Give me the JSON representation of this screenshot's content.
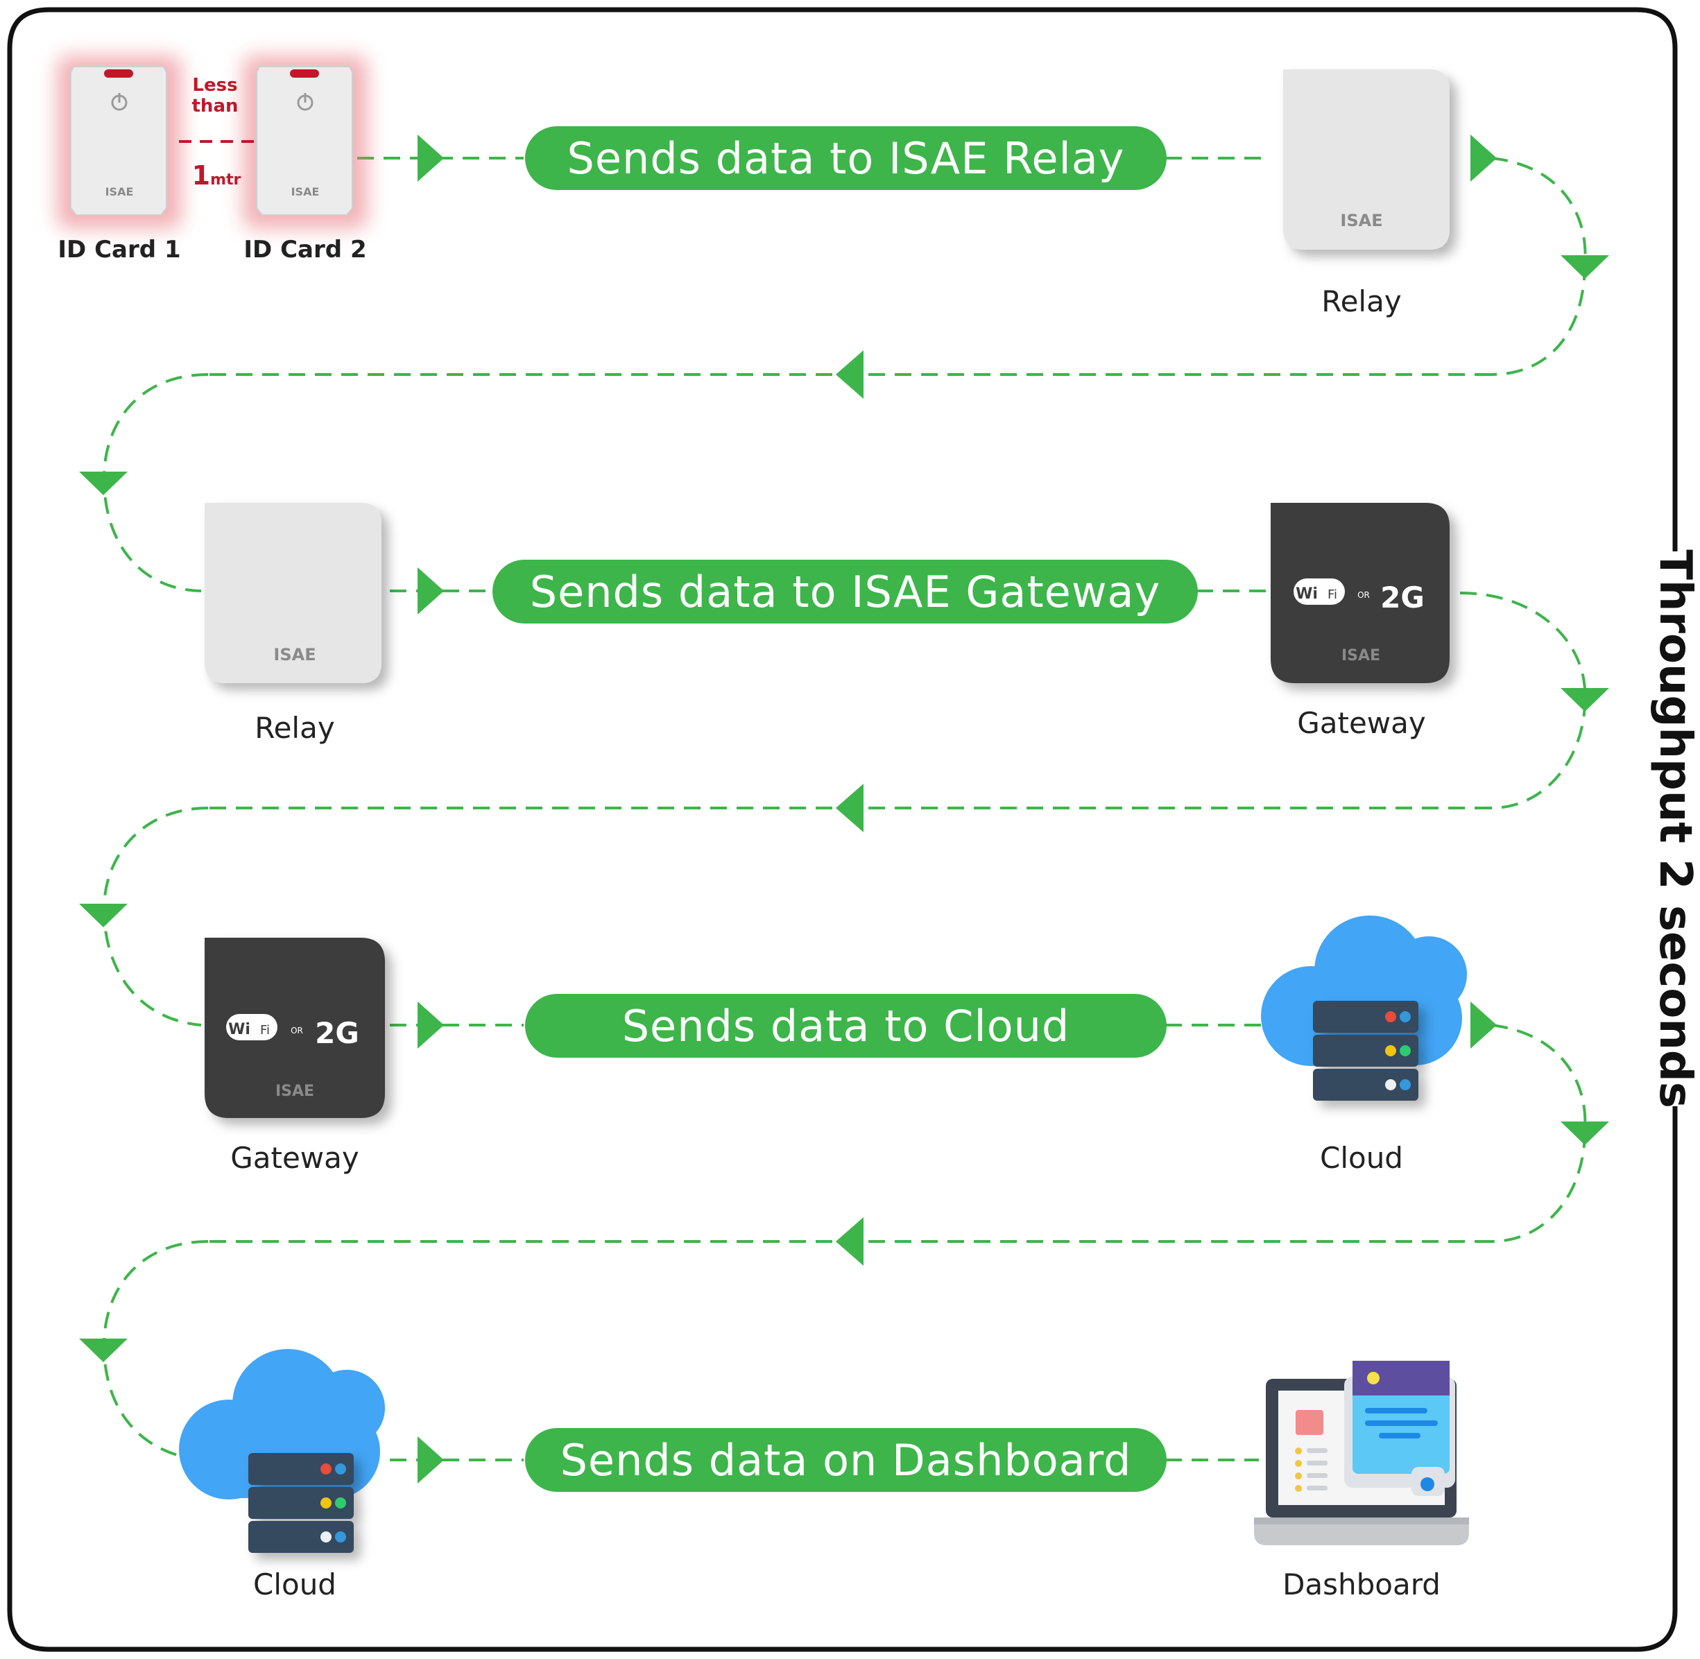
{
  "side_title": "Throughput 2 seconds",
  "proximity": {
    "line1": "Less",
    "line2": "than",
    "distance_num": "1",
    "distance_unit": "mtr"
  },
  "devices": {
    "id_card_1": "ID Card 1",
    "id_card_2": "ID Card 2",
    "relay_1": "Relay",
    "relay_2": "Relay",
    "gateway_1": "Gateway",
    "gateway_2": "Gateway",
    "cloud_1": "Cloud",
    "cloud_2": "Cloud",
    "dashboard": "Dashboard"
  },
  "device_marks": {
    "brand": "ISAE",
    "wifi_a": "Wi",
    "wifi_b": "Fi",
    "or": "OR",
    "cellular": "2G"
  },
  "steps": [
    "Sends data to ISAE Relay",
    "Sends data to ISAE Gateway",
    "Sends data to Cloud",
    "Sends data on Dashboard"
  ],
  "colors": {
    "flow_green": "#3db54a",
    "gateway_dark": "#3c3c3c",
    "relay_light": "#e6e6e6",
    "cloud_blue": "#42a5f5",
    "alert_red": "#c0182a"
  }
}
